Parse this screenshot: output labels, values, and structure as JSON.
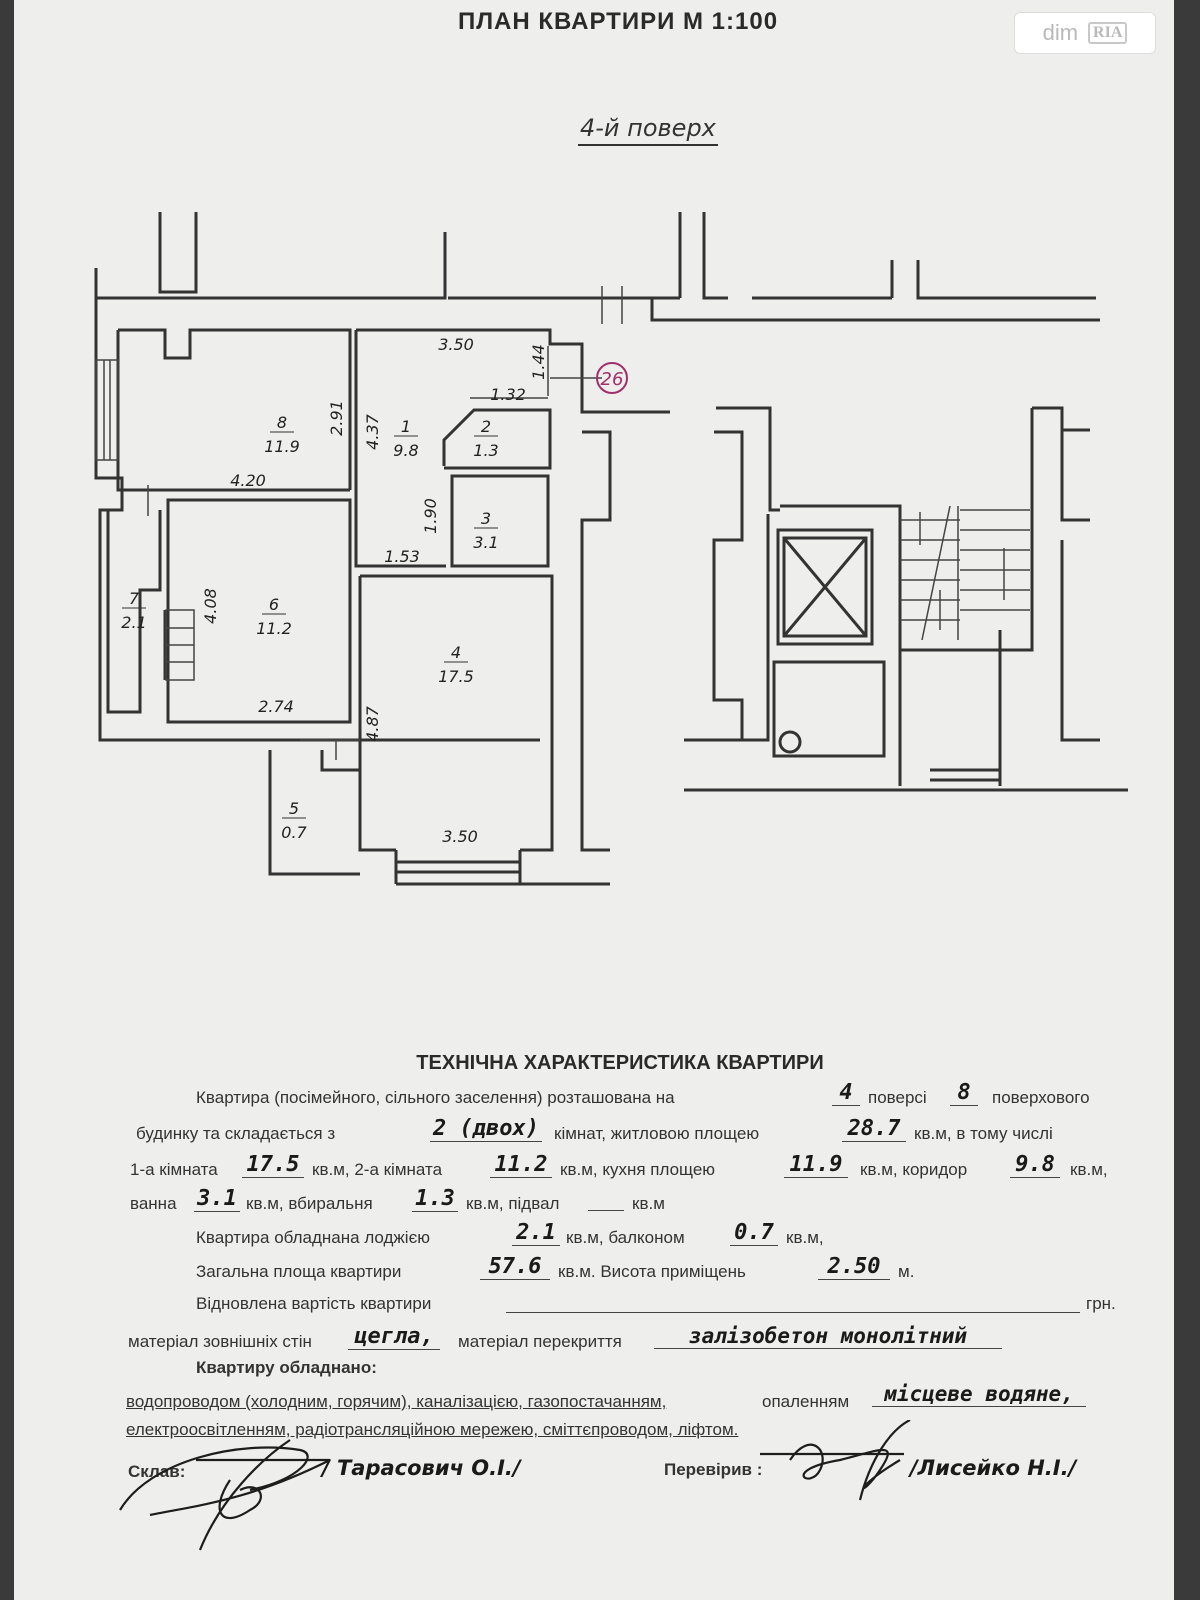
{
  "header": {
    "title": "ПЛАН КВАРТИРИ М 1:100",
    "watermark_left": "dim",
    "watermark_right": "RIA",
    "floor": "4-й поверх"
  },
  "plan": {
    "apartment_number": "26",
    "rooms": [
      {
        "num": "8",
        "area": "11.9"
      },
      {
        "num": "1",
        "area": "9.8"
      },
      {
        "num": "2",
        "area": "1.3"
      },
      {
        "num": "3",
        "area": "3.1"
      },
      {
        "num": "6",
        "area": "11.2"
      },
      {
        "num": "7",
        "area": "2.1"
      },
      {
        "num": "4",
        "area": "17.5"
      },
      {
        "num": "5",
        "area": "0.7"
      }
    ],
    "dimensions": [
      "3.50",
      "1.44",
      "1.32",
      "2.91",
      "4.37",
      "4.20",
      "1.90",
      "1.53",
      "4.08",
      "2.74",
      "4.87",
      "3.50"
    ]
  },
  "tech": {
    "title": "ТЕХНІЧНА ХАРАКТЕРИСТИКА КВАРТИРИ",
    "l1a": "Квартира (посімейного, сільного заселення) розташована на",
    "floor": "4",
    "l1b": "поверсі",
    "floors_total": "8",
    "l1c": "поверхового",
    "l2a": "будинку та складається з",
    "rooms_count": "2 (двох)",
    "l2b": "кімнат, житловою площею",
    "living_area": "28.7",
    "l2c": "кв.м, в тому числі",
    "l3a": "1-а кімната",
    "room1": "17.5",
    "l3b": "кв.м, 2-а кімната",
    "room2": "11.2",
    "l3c": "кв.м, кухня площею",
    "kitchen": "11.9",
    "l3d": "кв.м, коридор",
    "corridor": "9.8",
    "l3e": "кв.м,",
    "l4a": "ванна",
    "bath": "3.1",
    "l4b": "кв.м, вбиральня",
    "toilet": "1.3",
    "l4c": "кв.м, підвал",
    "l4d": "кв.м",
    "l5a": "Квартира обладнана лоджією",
    "loggia": "2.1",
    "l5b": "кв.м, балконом",
    "balcony": "0.7",
    "l5c": "кв.м,",
    "l6a": "Загальна площа квартири",
    "total_area": "57.6",
    "l6b": "кв.м. Висота приміщень",
    "height": "2.50",
    "l6c": "м.",
    "l7a": "Відновлена вартість квартири",
    "l7b": "грн.",
    "l8a": "матеріал зовнішніх стін",
    "walls": "цегла,",
    "l8b": "матеріал перекриття",
    "ceiling": "залізобетон монолітний",
    "equipped": "Квартиру обладнано:",
    "l10a": "водопроводом (холодним, горячим), каналізацією, газопостачанням,",
    "l10b": "опаленням",
    "heating": "місцеве водяне,",
    "l11": "електроосвітленням, радіотрансляційною мережею, сміттєпроводом, ліфтом.",
    "composed_label": "Склав:",
    "composed_name": "/ Тарасович О.І./",
    "checked_label": "Перевірив :",
    "checked_name": "/Лисейко Н.І./"
  }
}
